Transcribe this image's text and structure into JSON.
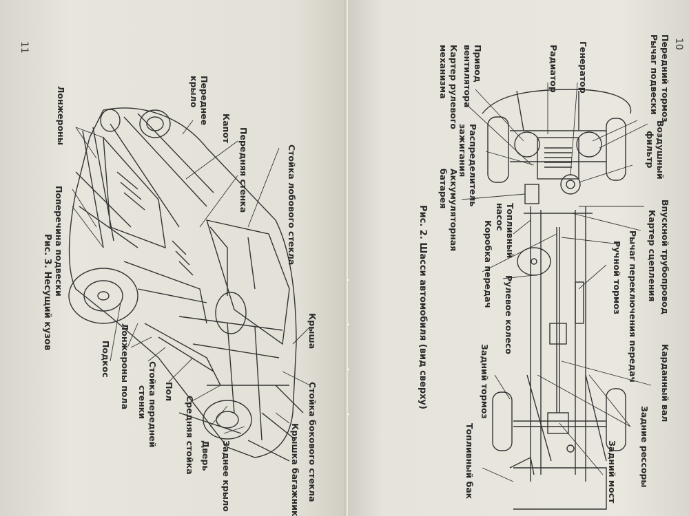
{
  "left_page": {
    "page_number": "11",
    "caption": "Рис. 3. Несущий кузов",
    "labels": {
      "lonzherony": "Лонжероны",
      "perednee_krylo_1": "Переднее",
      "perednee_krylo_2": "крыло",
      "kapot": "Капот",
      "perednyaya_stenka": "Передняя стенка",
      "stoyka_lobovogo": "Стойка лобового стекла",
      "poperechina": "Поперечина подвески",
      "krysha": "Крыша",
      "podkos": "Подкос",
      "lonzherony_pola": "Лонжероны пола",
      "stoyka_peredney_1": "Стойка передней",
      "stoyka_peredney_2": "стенки",
      "pol": "Пол",
      "srednyaya_stoyka": "Средняя стойка",
      "dver": "Дверь",
      "zadnee_krylo": "Заднее крыло",
      "kryshka_bagazhnika": "Крышка багажника",
      "stoyka_bokovogo": "Стойка бокового стекла"
    }
  },
  "right_page": {
    "page_number": "10",
    "caption": "Рис. 2. Шасси автомобиля (вид сверху)",
    "labels": {
      "peredniy_tormoz": "Передний тормоз",
      "rychag_podveski": "Рычаг подвески",
      "generator": "Генератор",
      "radiator": "Радиатор",
      "privod_1": "Привод",
      "privod_2": "вентилятора",
      "karter_rul_1": "Картер рулевого",
      "karter_rul_2": "механизма",
      "raspredelitel_1": "Распределитель",
      "raspredelitel_2": "зажигания",
      "akkum_1": "Аккумуляторная",
      "akkum_2": "батарея",
      "toplivny_nasos_1": "Топливный",
      "toplivny_nasos_2": "насос",
      "korobka": "Коробка передач",
      "rulevoe_koleso": "Рулевое колесо",
      "zadniy_tormoz": "Задний тормоз",
      "toplivny_bak": "Топливный бак",
      "vozdushny_1": "Воздушный",
      "vozdushny_2": "фильтр",
      "vpusknoy": "Впускной трубопровод",
      "karter_scepl": "Картер сцепления",
      "rychag_perekl": "Рычаг переключения передач",
      "ruchnoy": "Ручной тормоз",
      "kardanny": "Карданный вал",
      "zadnie_ressory": "Задние рессоры",
      "zadniy_most": "Задний мост"
    }
  }
}
